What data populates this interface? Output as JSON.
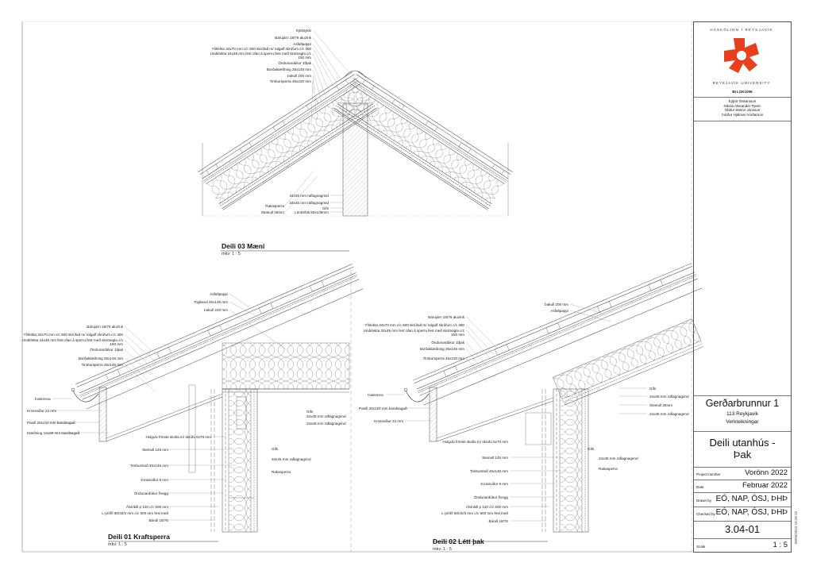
{
  "details": {
    "d03": {
      "title": "Deili 03 Mæni",
      "scale": "mkv: 1 : 5",
      "labels": [
        "Kjölstykki",
        "Bárujárn 18/76 aluzink",
        "Asfaltpappi",
        "Yfirlekta 34x70 mm c/c 600 skrúfað m/ ralgalf skrúfum c/c 300",
        "Undirlekta 34x45 mm fest ofan á sperru fest með skotnagla c/c",
        "150 mm",
        "Öndunardúkur 1lþak",
        "Borðaklæðning 25x145 mm",
        "Þakull 200 mm",
        "Timbursperra 45x220 mm"
      ],
      "bottom_labels": [
        "Rakasperra",
        "Steinull 25mm",
        "34x45 mm raflagnagrind",
        "34x45 mm raflagnagrind",
        "Gifs",
        "Límtrébiti 90x135mm"
      ]
    },
    "d01": {
      "title": "Deili 01 Kraftsperra",
      "scale": "mkv: 1 : 5",
      "roof_labels": [
        "Asfaltpappi",
        "Togband 45x145 mm",
        "Þakull 220 mm"
      ],
      "labels": [
        "Bárujárn 18/76 aluzink",
        "Yfirlekta 34x70 mm c/c 600 skrúfað m/ ralgalf skrúfum c/c 300",
        "Undirlekta 34x45 mm fest ofan á sperru fest með skotnagla c/c",
        "150 mm",
        "Öndunardúkur 1lþak",
        "Borðaklæðning 25x145 mm",
        "Timbursperra 45x145 mm"
      ],
      "eave_labels": [
        "Þakrenna",
        "Krossviður 22 mm",
        "Panill 28x120 mm bandsagað",
        "Klæðning 15x95 mm bandsagað"
      ],
      "wall_labels": [
        "Holgulv frönsk skolla m/ skrúfu 5x70 mm",
        "Steinull 145 mm",
        "Timburstoð 45x145 mm",
        "Krossviður 9 mm",
        "Öndunardúkur f/vegg",
        "Álvinkill p 120 c/c 600 mm",
        "L-prófíl 60/40/2 mm c/c 600 mm fest með",
        "Bárull 18/76"
      ],
      "inner_labels": [
        "Gifs",
        "34x45 mm raflagnagrind",
        "34x45 mm raflagnagrind",
        "Gifs",
        "34x45 mm raflagnagrind",
        "Rakasperra"
      ]
    },
    "d02": {
      "title": "Deili 02 Létt þak",
      "scale": "mkv: 1 : 5",
      "roof_labels": [
        "Þakull 200 mm",
        "Asfaltpappi"
      ],
      "labels": [
        "Bárujárn 18/76 aluzink",
        "Yfirlekta 34x70 mm c/c 600 skrúfað m/ ralgalf skrúfum c/c 300",
        "Undirlekta 34x45 mm fest ofan á sperru fest með skotnagla c/c",
        "150 mm",
        "Öndunardúkur 1lþak",
        "Borðaklæðning 25x145 mm",
        "Timbursperra 45x220 mm"
      ],
      "eave_labels": [
        "Þakrenna",
        "Panill 20x120 mm bandsagað",
        "Krossviður 22 mm"
      ],
      "right_labels": [
        "Gifs",
        "34x45 mm raflagnagrind",
        "Steinull 25mm",
        "34x45 mm raflagnagrind"
      ],
      "wall_labels": [
        "Holgulv frönsk skolla m/ skrúfu 5x70 mm",
        "Steinull 145 mm",
        "Timburstoð 45x145 mm",
        "Krossviður 9 mm",
        "Öndunardúkur f/vegg",
        "Álvinkill p 120 c/c 600 mm",
        "L-prófíl 60/40/2 mm c/c 600 mm fest með",
        "Bárull 18/76"
      ],
      "inner_labels": [
        "Gifs",
        "34x45 mm raflagnagrind",
        "Rakasperra"
      ]
    }
  },
  "title_block": {
    "logo_text": "HÁSKÓLINN Í REYKJAVÍK · REYKJAVIK UNIVERSITY",
    "course": "BI LOK1006",
    "authors": [
      "Eyþór Óskarsson",
      "Nikola Alexander Pjevic",
      "Ólafur Steinir Jónsson",
      "Þórður Hjálmar Þórðarson"
    ],
    "project": "Gerðarbrunnur 1",
    "address": "113 Reykjavik",
    "type": "Verkteikningar",
    "sheet_title_1": "Deili utanhús -",
    "sheet_title_2": "Þak",
    "project_number_label": "Project number",
    "project_number": "Vorönn 2022",
    "date_label": "Date",
    "date": "Februar 2022",
    "drawn_by_label": "Drawn by",
    "drawn_by": "EÓ, NAP, ÓSJ, ÞHÞ",
    "checked_by_label": "Checked by",
    "checked_by": "EÓ, NAP, ÓSJ, ÞHÞ",
    "sheet_number": "3.04-01",
    "scale_label": "Scale",
    "scale": "1 : 5",
    "timestamp": "09/05/2022 19:26:12",
    "logo_color": "#e8401c"
  }
}
